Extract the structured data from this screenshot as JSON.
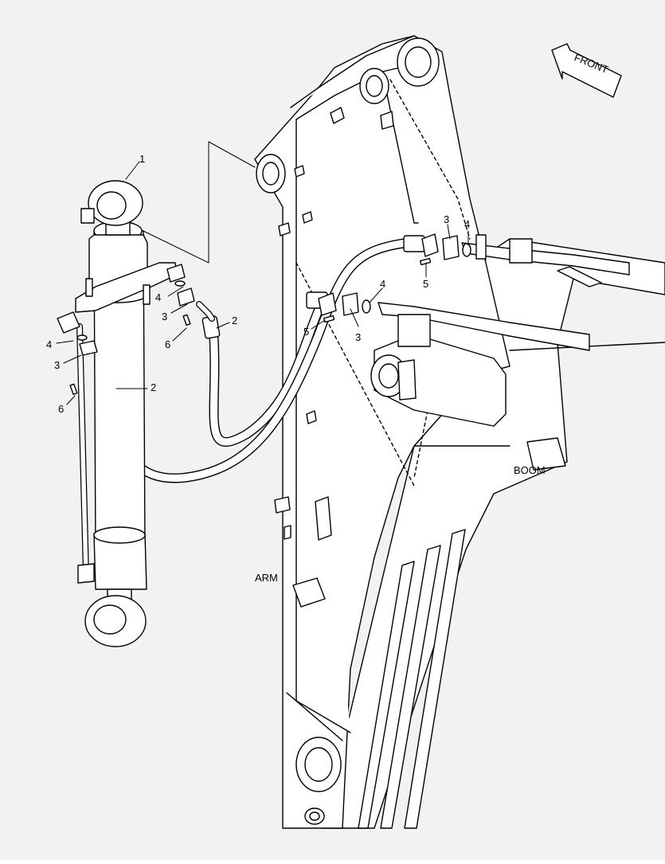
{
  "labels": {
    "front": "FRONT",
    "arm": "ARM",
    "boom": "BOOM"
  },
  "callouts": {
    "c1": "1",
    "c2a": "2",
    "c2b": "2",
    "c3a": "3",
    "c3b": "3",
    "c3c": "3",
    "c3d": "3",
    "c4a": "4",
    "c4b": "4",
    "c4c": "4",
    "c4d": "4",
    "c5a": "5",
    "c5b": "5",
    "c6a": "6",
    "c6b": "6"
  },
  "colors": {
    "line": "#000000",
    "part_fill": "#ffffff",
    "background": "#f2f2f2"
  }
}
